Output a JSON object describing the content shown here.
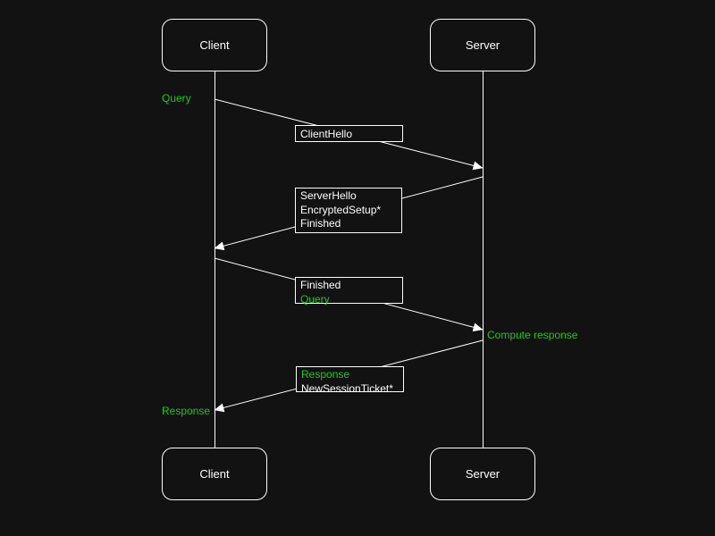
{
  "colors": {
    "background": "#121212",
    "stroke": "#ffffff",
    "green": "#1fc51f"
  },
  "actors": {
    "client": "Client",
    "server": "Server"
  },
  "messages": [
    {
      "from": "client",
      "to": "server",
      "lines": [
        {
          "text": "ClientHello",
          "color": "white"
        }
      ]
    },
    {
      "from": "server",
      "to": "client",
      "lines": [
        {
          "text": "ServerHello",
          "color": "white"
        },
        {
          "text": "EncryptedSetup*",
          "color": "white"
        },
        {
          "text": "Finished",
          "color": "white"
        }
      ]
    },
    {
      "from": "client",
      "to": "server",
      "lines": [
        {
          "text": "Finished",
          "color": "white"
        },
        {
          "text": "Query",
          "color": "green"
        }
      ]
    },
    {
      "from": "server",
      "to": "client",
      "lines": [
        {
          "text": "Response",
          "color": "green"
        },
        {
          "text": "NewSessionTicket*",
          "color": "white"
        }
      ]
    }
  ],
  "annotations": {
    "query": "Query",
    "compute": "Compute response",
    "response": "Response"
  }
}
